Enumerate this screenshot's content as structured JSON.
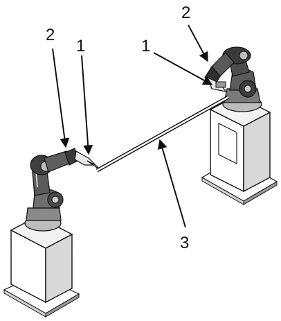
{
  "figure": {
    "labels": [
      {
        "id": "label-1-left",
        "text": "1"
      },
      {
        "id": "label-2-left",
        "text": "2"
      },
      {
        "id": "label-1-right",
        "text": "1"
      },
      {
        "id": "label-2-right",
        "text": "2"
      },
      {
        "id": "label-3",
        "text": "3"
      }
    ],
    "colors": {
      "ink": "#111111",
      "body": "#ffffff",
      "shade": "#cfcfcf",
      "dark": "#555555"
    }
  }
}
